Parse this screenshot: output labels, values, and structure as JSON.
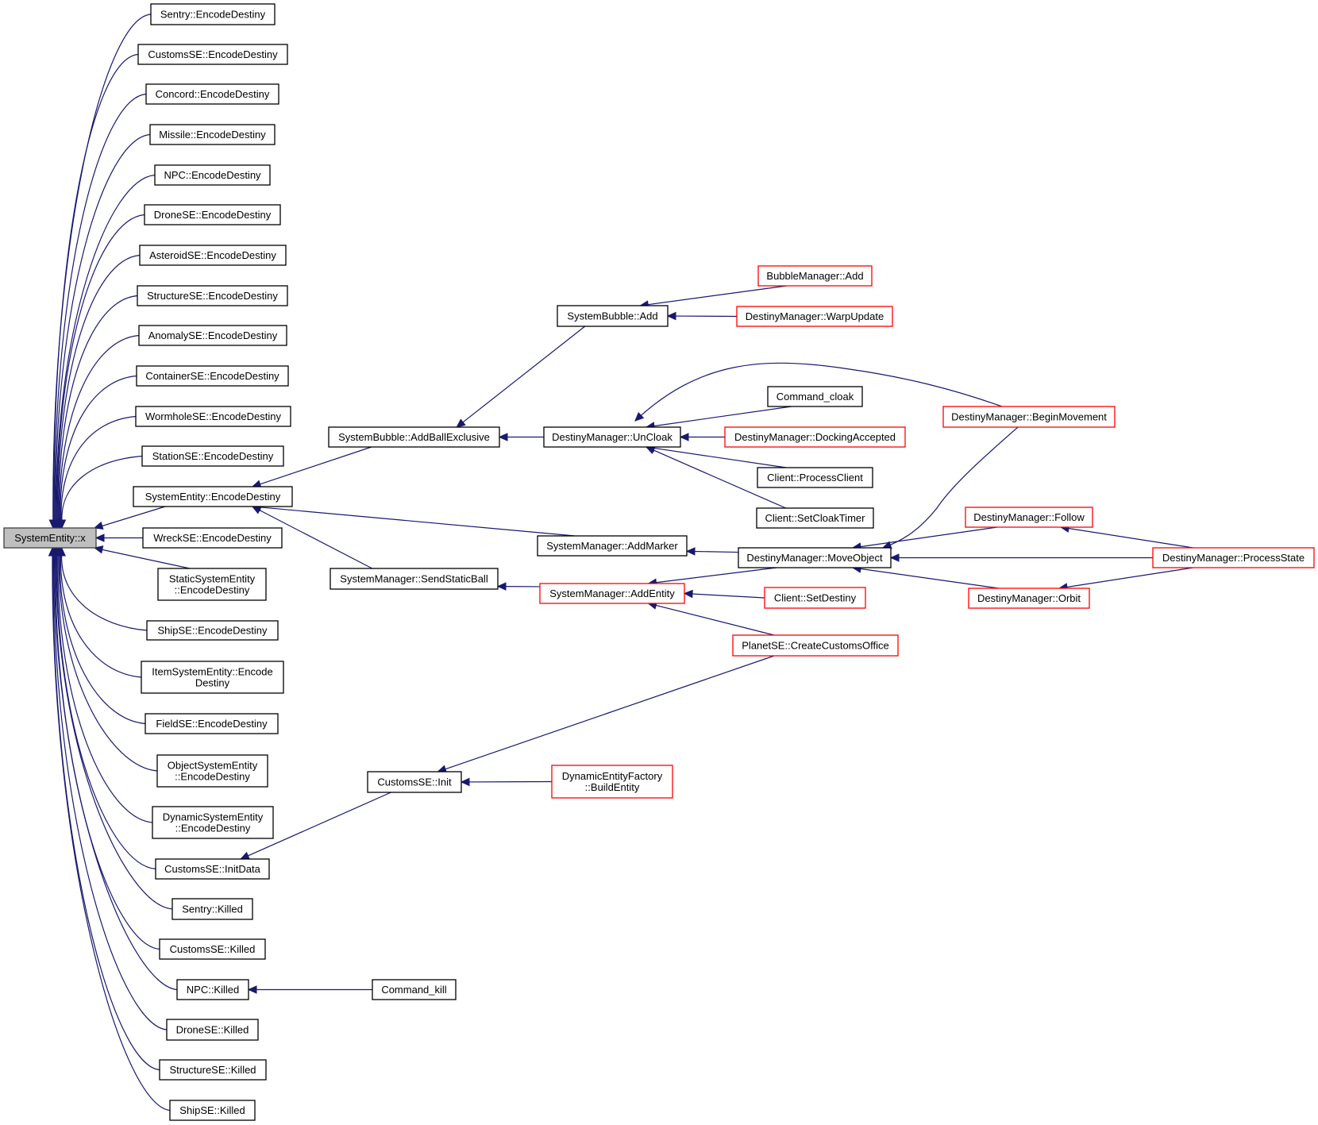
{
  "graph": {
    "title": "SystemEntity::x caller graph",
    "colors": {
      "edge": "#191970",
      "root_fill": "#bfbfbf",
      "truncated_border": "#ff0000",
      "normal_border": "#000000"
    },
    "nodes": [
      {
        "id": "root",
        "label": [
          "SystemEntity::x"
        ],
        "style": "root"
      },
      {
        "id": "sentry_ed",
        "label": [
          "Sentry::EncodeDestiny"
        ],
        "style": "normal"
      },
      {
        "id": "customs_ed",
        "label": [
          "CustomsSE::EncodeDestiny"
        ],
        "style": "normal"
      },
      {
        "id": "concord_ed",
        "label": [
          "Concord::EncodeDestiny"
        ],
        "style": "normal"
      },
      {
        "id": "missile_ed",
        "label": [
          "Missile::EncodeDestiny"
        ],
        "style": "normal"
      },
      {
        "id": "npc_ed",
        "label": [
          "NPC::EncodeDestiny"
        ],
        "style": "normal"
      },
      {
        "id": "drone_ed",
        "label": [
          "DroneSE::EncodeDestiny"
        ],
        "style": "normal"
      },
      {
        "id": "asteroid_ed",
        "label": [
          "AsteroidSE::EncodeDestiny"
        ],
        "style": "normal"
      },
      {
        "id": "structure_ed",
        "label": [
          "StructureSE::EncodeDestiny"
        ],
        "style": "normal"
      },
      {
        "id": "anomaly_ed",
        "label": [
          "AnomalySE::EncodeDestiny"
        ],
        "style": "normal"
      },
      {
        "id": "container_ed",
        "label": [
          "ContainerSE::EncodeDestiny"
        ],
        "style": "normal"
      },
      {
        "id": "wormhole_ed",
        "label": [
          "WormholeSE::EncodeDestiny"
        ],
        "style": "normal"
      },
      {
        "id": "station_ed",
        "label": [
          "StationSE::EncodeDestiny"
        ],
        "style": "normal"
      },
      {
        "id": "sysent_ed",
        "label": [
          "SystemEntity::EncodeDestiny"
        ],
        "style": "normal"
      },
      {
        "id": "wreck_ed",
        "label": [
          "WreckSE::EncodeDestiny"
        ],
        "style": "normal"
      },
      {
        "id": "static_ed",
        "label": [
          "StaticSystemEntity",
          "::EncodeDestiny"
        ],
        "style": "normal"
      },
      {
        "id": "ship_ed",
        "label": [
          "ShipSE::EncodeDestiny"
        ],
        "style": "normal"
      },
      {
        "id": "item_ed",
        "label": [
          "ItemSystemEntity::Encode",
          "Destiny"
        ],
        "style": "normal"
      },
      {
        "id": "field_ed",
        "label": [
          "FieldSE::EncodeDestiny"
        ],
        "style": "normal"
      },
      {
        "id": "object_ed",
        "label": [
          "ObjectSystemEntity",
          "::EncodeDestiny"
        ],
        "style": "normal"
      },
      {
        "id": "dynamic_ed",
        "label": [
          "DynamicSystemEntity",
          "::EncodeDestiny"
        ],
        "style": "normal"
      },
      {
        "id": "customs_initdata",
        "label": [
          "CustomsSE::InitData"
        ],
        "style": "normal"
      },
      {
        "id": "sentry_killed",
        "label": [
          "Sentry::Killed"
        ],
        "style": "normal"
      },
      {
        "id": "customs_killed",
        "label": [
          "CustomsSE::Killed"
        ],
        "style": "normal"
      },
      {
        "id": "npc_killed",
        "label": [
          "NPC::Killed"
        ],
        "style": "normal"
      },
      {
        "id": "drone_killed",
        "label": [
          "DroneSE::Killed"
        ],
        "style": "normal"
      },
      {
        "id": "structure_killed",
        "label": [
          "StructureSE::Killed"
        ],
        "style": "normal"
      },
      {
        "id": "ship_killed",
        "label": [
          "ShipSE::Killed"
        ],
        "style": "normal"
      },
      {
        "id": "bubble_addball",
        "label": [
          "SystemBubble::AddBallExclusive"
        ],
        "style": "normal"
      },
      {
        "id": "sysmgr_sendstatic",
        "label": [
          "SystemManager::SendStaticBall"
        ],
        "style": "normal"
      },
      {
        "id": "customs_init",
        "label": [
          "CustomsSE::Init"
        ],
        "style": "normal"
      },
      {
        "id": "command_kill",
        "label": [
          "Command_kill"
        ],
        "style": "normal"
      },
      {
        "id": "bubble_add",
        "label": [
          "SystemBubble::Add"
        ],
        "style": "normal"
      },
      {
        "id": "dm_uncloak",
        "label": [
          "DestinyManager::UnCloak"
        ],
        "style": "normal"
      },
      {
        "id": "sysmgr_addmarker",
        "label": [
          "SystemManager::AddMarker"
        ],
        "style": "normal"
      },
      {
        "id": "sysmgr_addentity",
        "label": [
          "SystemManager::AddEntity"
        ],
        "style": "truncated"
      },
      {
        "id": "def_buildentity",
        "label": [
          "DynamicEntityFactory",
          "::BuildEntity"
        ],
        "style": "truncated"
      },
      {
        "id": "bubblemgr_add",
        "label": [
          "BubbleManager::Add"
        ],
        "style": "truncated"
      },
      {
        "id": "dm_warpupdate",
        "label": [
          "DestinyManager::WarpUpdate"
        ],
        "style": "truncated"
      },
      {
        "id": "command_cloak",
        "label": [
          "Command_cloak"
        ],
        "style": "normal"
      },
      {
        "id": "dm_docking",
        "label": [
          "DestinyManager::DockingAccepted"
        ],
        "style": "truncated"
      },
      {
        "id": "client_process",
        "label": [
          "Client::ProcessClient"
        ],
        "style": "normal"
      },
      {
        "id": "client_cloaktimer",
        "label": [
          "Client::SetCloakTimer"
        ],
        "style": "normal"
      },
      {
        "id": "dm_moveobject",
        "label": [
          "DestinyManager::MoveObject"
        ],
        "style": "normal"
      },
      {
        "id": "client_setdestiny",
        "label": [
          "Client::SetDestiny"
        ],
        "style": "truncated"
      },
      {
        "id": "planet_customs",
        "label": [
          "PlanetSE::CreateCustomsOffice"
        ],
        "style": "truncated"
      },
      {
        "id": "dm_beginmove",
        "label": [
          "DestinyManager::BeginMovement"
        ],
        "style": "truncated"
      },
      {
        "id": "dm_follow",
        "label": [
          "DestinyManager::Follow"
        ],
        "style": "truncated"
      },
      {
        "id": "dm_orbit",
        "label": [
          "DestinyManager::Orbit"
        ],
        "style": "truncated"
      },
      {
        "id": "dm_processstate",
        "label": [
          "DestinyManager::ProcessState"
        ],
        "style": "truncated"
      }
    ],
    "edges": [
      {
        "from": "sentry_ed",
        "to": "root"
      },
      {
        "from": "customs_ed",
        "to": "root"
      },
      {
        "from": "concord_ed",
        "to": "root"
      },
      {
        "from": "missile_ed",
        "to": "root"
      },
      {
        "from": "npc_ed",
        "to": "root"
      },
      {
        "from": "drone_ed",
        "to": "root"
      },
      {
        "from": "asteroid_ed",
        "to": "root"
      },
      {
        "from": "structure_ed",
        "to": "root"
      },
      {
        "from": "anomaly_ed",
        "to": "root"
      },
      {
        "from": "container_ed",
        "to": "root"
      },
      {
        "from": "wormhole_ed",
        "to": "root"
      },
      {
        "from": "station_ed",
        "to": "root"
      },
      {
        "from": "sysent_ed",
        "to": "root"
      },
      {
        "from": "wreck_ed",
        "to": "root"
      },
      {
        "from": "static_ed",
        "to": "root"
      },
      {
        "from": "ship_ed",
        "to": "root"
      },
      {
        "from": "item_ed",
        "to": "root"
      },
      {
        "from": "field_ed",
        "to": "root"
      },
      {
        "from": "object_ed",
        "to": "root"
      },
      {
        "from": "dynamic_ed",
        "to": "root"
      },
      {
        "from": "customs_initdata",
        "to": "root"
      },
      {
        "from": "sentry_killed",
        "to": "root"
      },
      {
        "from": "customs_killed",
        "to": "root"
      },
      {
        "from": "npc_killed",
        "to": "root"
      },
      {
        "from": "drone_killed",
        "to": "root"
      },
      {
        "from": "structure_killed",
        "to": "root"
      },
      {
        "from": "ship_killed",
        "to": "root"
      },
      {
        "from": "bubble_addball",
        "to": "sysent_ed"
      },
      {
        "from": "sysmgr_sendstatic",
        "to": "sysent_ed"
      },
      {
        "from": "sysmgr_addmarker",
        "to": "sysent_ed"
      },
      {
        "from": "customs_init",
        "to": "customs_initdata"
      },
      {
        "from": "command_kill",
        "to": "npc_killed"
      },
      {
        "from": "bubble_add",
        "to": "bubble_addball"
      },
      {
        "from": "dm_uncloak",
        "to": "bubble_addball"
      },
      {
        "from": "sysmgr_addentity",
        "to": "sysmgr_sendstatic"
      },
      {
        "from": "planet_customs",
        "to": "customs_init"
      },
      {
        "from": "def_buildentity",
        "to": "customs_init"
      },
      {
        "from": "bubblemgr_add",
        "to": "bubble_add"
      },
      {
        "from": "dm_warpupdate",
        "to": "bubble_add"
      },
      {
        "from": "dm_beginmove",
        "to": "dm_uncloak"
      },
      {
        "from": "command_cloak",
        "to": "dm_uncloak"
      },
      {
        "from": "dm_docking",
        "to": "dm_uncloak"
      },
      {
        "from": "client_process",
        "to": "dm_uncloak"
      },
      {
        "from": "client_cloaktimer",
        "to": "dm_uncloak"
      },
      {
        "from": "dm_moveobject",
        "to": "sysmgr_addmarker"
      },
      {
        "from": "dm_moveobject",
        "to": "sysmgr_addentity"
      },
      {
        "from": "client_setdestiny",
        "to": "sysmgr_addentity"
      },
      {
        "from": "planet_customs",
        "to": "sysmgr_addentity"
      },
      {
        "from": "dm_beginmove",
        "to": "dm_moveobject"
      },
      {
        "from": "dm_follow",
        "to": "dm_moveobject"
      },
      {
        "from": "dm_processstate",
        "to": "dm_moveobject"
      },
      {
        "from": "dm_orbit",
        "to": "dm_moveobject"
      },
      {
        "from": "dm_processstate",
        "to": "dm_follow"
      },
      {
        "from": "dm_processstate",
        "to": "dm_orbit"
      }
    ]
  }
}
